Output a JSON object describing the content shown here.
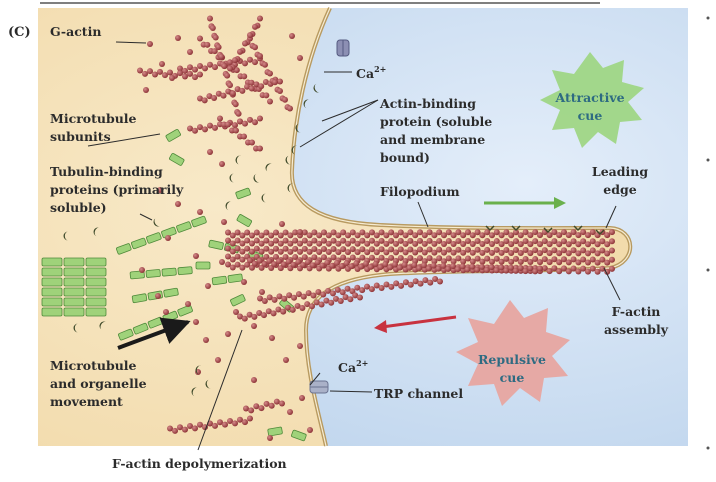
{
  "panel_label": "(C)",
  "labels": {
    "g_actin": "G-actin",
    "microtubule_subunits_1": "Microtubule",
    "microtubule_subunits_2": "subunits",
    "tubulin_1": "Tubulin-binding",
    "tubulin_2": "proteins (primarily",
    "tubulin_3": "soluble)",
    "ca_top": "Ca",
    "ca_top_sup": "2+",
    "actin_binding_1": "Actin-binding",
    "actin_binding_2": "protein (soluble",
    "actin_binding_3": "and membrane",
    "actin_binding_4": "bound)",
    "filopodium": "Filopodium",
    "attractive_1": "Attractive",
    "attractive_2": "cue",
    "leading_1": "Leading",
    "leading_2": "edge",
    "factin_assembly_1": "F-actin",
    "factin_assembly_2": "assembly",
    "repulsive_1": "Repulsive",
    "repulsive_2": "cue",
    "microtubule_move_1": "Microtubule",
    "microtubule_move_2": "and organelle",
    "microtubule_move_3": "movement",
    "ca_bottom": "Ca",
    "ca_bottom_sup": "2+",
    "trp": "TRP channel",
    "factin_depoly": "F-actin depolymerization"
  },
  "colors": {
    "cytoplasm": "#f4dfb4",
    "extracellular": "#cfe0f2",
    "membrane": "#b89a60",
    "actin": "#9a3b3e",
    "tubulin": "#9fd27a",
    "tubulin_stroke": "#4f8a3a",
    "attractive": "#9fd685",
    "repulsive": "#e7a5a0",
    "green_arrow": "#6ab04c",
    "red_arrow": "#c8323f",
    "cue_text": "#2e6b82"
  }
}
